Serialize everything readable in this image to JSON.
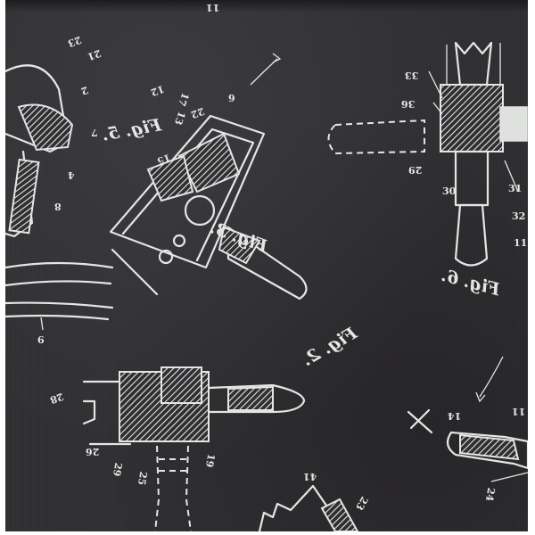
{
  "image": {
    "subject": "Black fabric printed with white mirrored patent drawings of ship steering wheel mechanisms",
    "colors": {
      "background": "#2f2e31",
      "print": "#e4e6e4",
      "margin": "#ffffff"
    }
  },
  "figure_labels": [
    {
      "id": "fig5",
      "text": "Fig. 5."
    },
    {
      "id": "fig3-mid",
      "text": "Fig. 3."
    },
    {
      "id": "fig6-right",
      "text": "Fig. 6."
    },
    {
      "id": "fig2-center",
      "text": "Fig. 2."
    }
  ],
  "reference_numerals": [
    {
      "id": "n1",
      "text": "11"
    },
    {
      "id": "n2",
      "text": "23"
    },
    {
      "id": "n3",
      "text": "21"
    },
    {
      "id": "n4",
      "text": "2"
    },
    {
      "id": "n5",
      "text": "12"
    },
    {
      "id": "n6",
      "text": "17"
    },
    {
      "id": "n7",
      "text": "13"
    },
    {
      "id": "n8",
      "text": "22"
    },
    {
      "id": "n9",
      "text": "7"
    },
    {
      "id": "n10",
      "text": "15"
    },
    {
      "id": "n11",
      "text": "8"
    },
    {
      "id": "n12",
      "text": "4"
    },
    {
      "id": "n13",
      "text": "9"
    },
    {
      "id": "n14",
      "text": "6"
    },
    {
      "id": "n15",
      "text": "33"
    },
    {
      "id": "n16",
      "text": "36"
    },
    {
      "id": "n17",
      "text": "29"
    },
    {
      "id": "n18",
      "text": "30"
    },
    {
      "id": "n19",
      "text": "31"
    },
    {
      "id": "n20",
      "text": "32"
    },
    {
      "id": "n21",
      "text": "11"
    },
    {
      "id": "n22",
      "text": "28"
    },
    {
      "id": "n23",
      "text": "26"
    },
    {
      "id": "n24",
      "text": "29"
    },
    {
      "id": "n25",
      "text": "25"
    },
    {
      "id": "n26",
      "text": "19"
    },
    {
      "id": "n27",
      "text": "14"
    },
    {
      "id": "n28",
      "text": "11"
    },
    {
      "id": "n29",
      "text": "41"
    },
    {
      "id": "n30",
      "text": "23"
    },
    {
      "id": "n31",
      "text": "24"
    }
  ]
}
